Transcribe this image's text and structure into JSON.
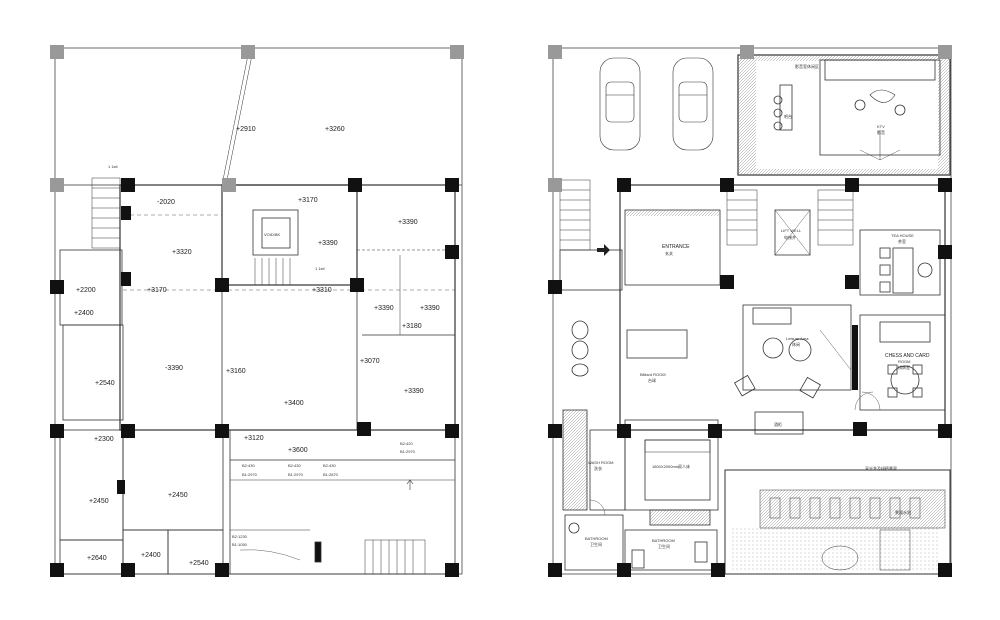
{
  "left_plan": {
    "levels": {
      "l2910": "+2910",
      "l3260": "+3260",
      "l2020": "-2020",
      "l3170a": "+3170",
      "l3390a": "+3390",
      "l3390b": "+3390",
      "l3320": "+3320",
      "l2200": "+2200",
      "l3170b": "+3170",
      "l3310": "+3310",
      "l2400": "+2400",
      "l3390c": "+3390",
      "l3390d": "+3390",
      "l3180": "+3180",
      "l3390e": "-3390",
      "l3160": "+3160",
      "l3070": "+3070",
      "l2540": "+2540",
      "l3400": "+3400",
      "l3390f": "+3390",
      "l2300": "+2300",
      "l3120": "+3120",
      "l3600": "+3600",
      "l2450": "+2450",
      "l2450b": "+2450",
      "l2640": "+2640",
      "l2400b": "+2400",
      "l2540b": "+2540"
    },
    "notes": {
      "n_b1": "B2:430",
      "n_b1b": "B1:2970",
      "n_b2": "B2:430",
      "n_b2b": "B1:2970",
      "n_b3": "B2:430",
      "n_b3b": "B1:2870",
      "n_b4": "B2:420",
      "n_b4b": "B1:2970",
      "n_b5": "B2:1230",
      "n_b5b": "B1:1050",
      "stair_tag": "1 1stl",
      "void_tag": "VOID/BK"
    }
  },
  "right_plan": {
    "rooms": {
      "entrance": "ENTRANCE",
      "entrance_cn": "玄关",
      "lift": "LIFT WELL",
      "lift_cn": "电梯井",
      "tea": "TEA HOUSE",
      "tea_cn": "茶室",
      "billiard": "Billiard ROOM",
      "billiard_cn": "台球",
      "leisure": "Leisure Area",
      "leisure_cn": "休闲",
      "chess": "CHESS AND CARD",
      "chess2": "ROOM",
      "chess_cn": "棋牌室",
      "wash": "WASH ROOM",
      "wash_cn": "洗衣",
      "bed": "1800X2000mm",
      "bed_cn": "双人床",
      "bath1": "BATHROOM",
      "bath1_cn": "卫生间",
      "bath2": "BATHROOM",
      "bath2_cn": "卫生间",
      "ktv": "KTV",
      "ktv_cn": "影音",
      "bar": "吧台",
      "desk": "酒柜",
      "lightwell": "采光井及绿植景观",
      "garden": "景观水池",
      "top_room": "影音室休闲区"
    }
  }
}
